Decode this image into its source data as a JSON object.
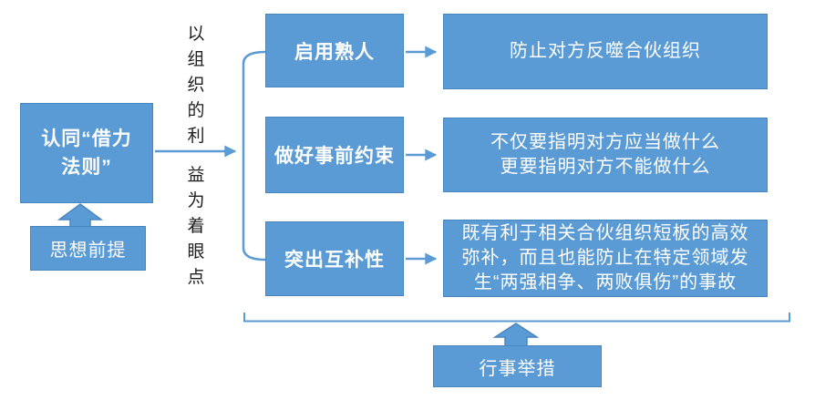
{
  "diagram": {
    "premise_box_label": "认同“借力\n法则”",
    "premise_tag_label": "思想前提",
    "vertical_label_top": "以组织的利",
    "vertical_label_bottom": "益为着眼点",
    "vertical_label_full": "以组织的利益为着眼点",
    "measures": [
      {
        "label": "启用熟人",
        "result": "防止对方反噬合伙组织"
      },
      {
        "label": "做好事前约束",
        "result": "不仅要指明对方应当做什么\n更要指明对方不能做什么"
      },
      {
        "label": "突出互补性",
        "result": "既有利于相关合伙组织短板的高效\n弥补，而且也能防止在特定领域发\n生“两强相争、两败俱伤”的事故"
      }
    ],
    "measures_tag_label": "行事举措",
    "colors": {
      "box_fill": "#5b9bd5",
      "box_border": "#4886c0",
      "connector": "#5b9bd5",
      "box_text": "#ffffff",
      "caption_text": "#1f1f1f",
      "background": "#ffffff"
    }
  }
}
